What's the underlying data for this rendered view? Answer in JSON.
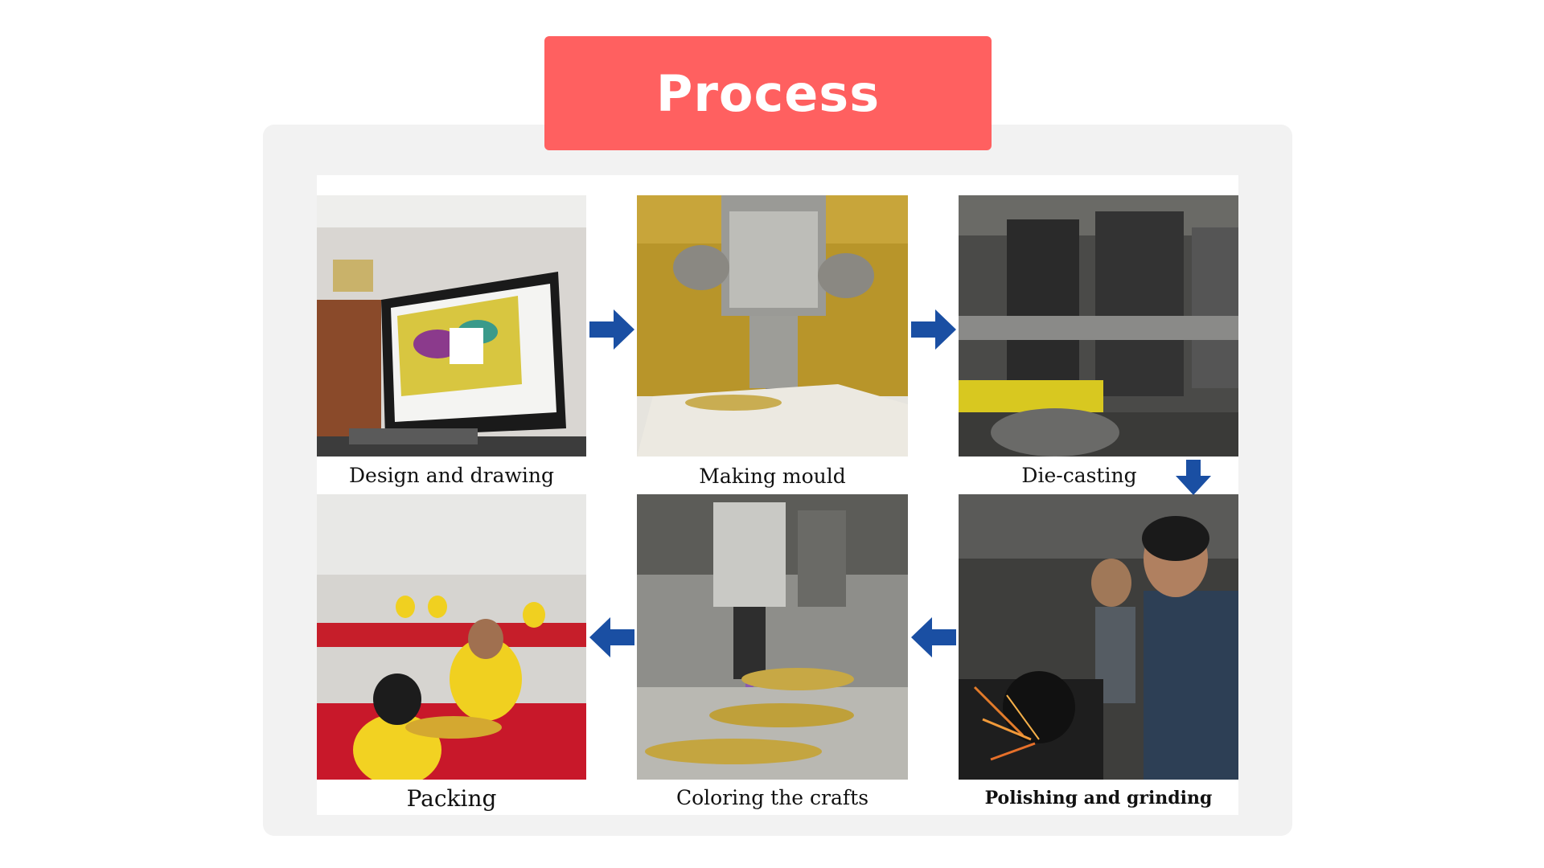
{
  "banner": {
    "title": "Process"
  },
  "steps": [
    {
      "label": "Design and drawing"
    },
    {
      "label": "Making mould"
    },
    {
      "label": "Die-casting"
    },
    {
      "label": "Polishing and grinding"
    },
    {
      "label": "Coloring the crafts"
    },
    {
      "label": "Packing"
    }
  ],
  "colors": {
    "banner": "#ff6060",
    "arrow": "#1a4fa3",
    "panel": "#f2f2f2"
  },
  "icons": [
    "arrow-right-icon",
    "arrow-down-icon",
    "arrow-left-icon"
  ]
}
